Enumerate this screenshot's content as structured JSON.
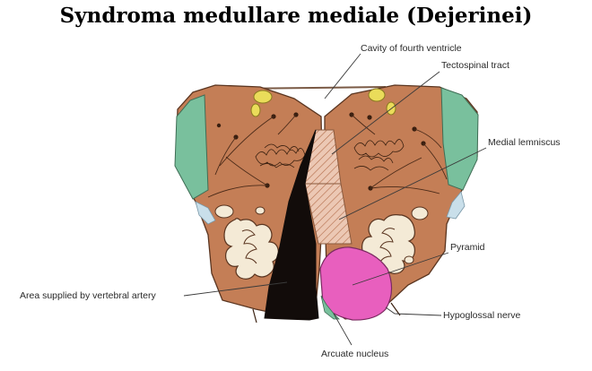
{
  "title": "Syndroma medullare mediale (Dejerinei)",
  "labels": {
    "cavity": "Cavity of fourth ventricle",
    "tectospinal": "Tectospinal tract",
    "medial_lemniscus": "Medial lemniscus",
    "pyramid": "Pyramid",
    "area_vertebral": "Area supplied by vertebral artery",
    "hypoglossal": "Hypoglossal nerve",
    "arcuate": "Arcuate nucleus"
  },
  "colors": {
    "tissue": "#c47e56",
    "tissue_outline": "#5a3520",
    "lesion": "#120c0a",
    "pyramid_pink": "#e85fbe",
    "green_cap": "#79c09d",
    "yellow_nucleus": "#eadc5a",
    "hatch": "#e8c4b0"
  }
}
